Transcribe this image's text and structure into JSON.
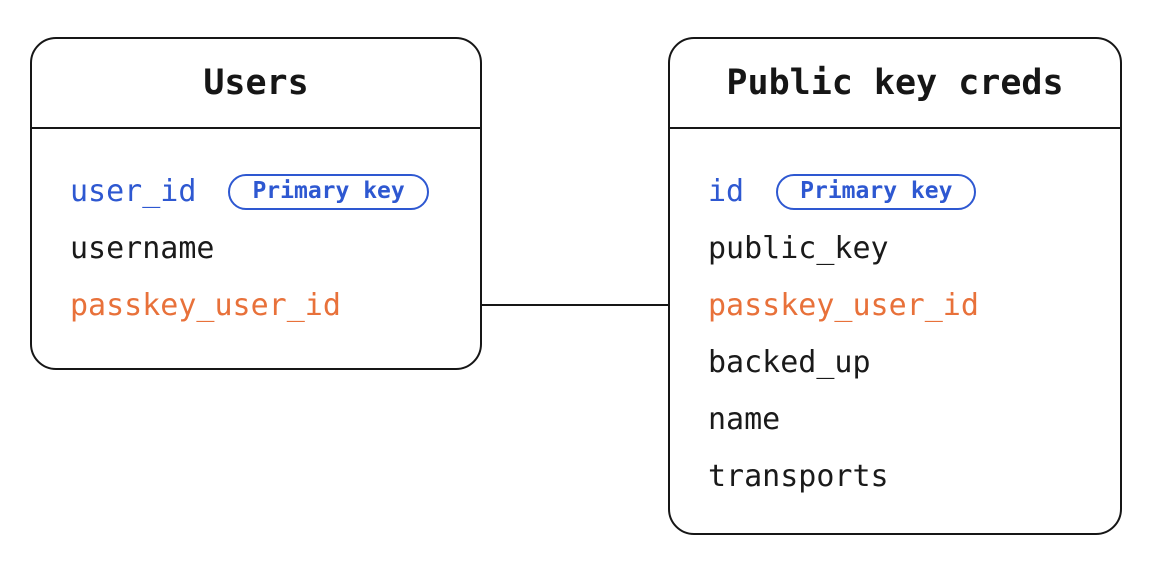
{
  "diagram": {
    "tables": [
      {
        "title": "Users",
        "fields": [
          {
            "name": "user_id",
            "badge": "Primary key"
          },
          {
            "name": "username"
          },
          {
            "name": "passkey_user_id"
          }
        ]
      },
      {
        "title": "Public key creds",
        "fields": [
          {
            "name": "id",
            "badge": "Primary key"
          },
          {
            "name": "public_key"
          },
          {
            "name": "passkey_user_id"
          },
          {
            "name": "backed_up"
          },
          {
            "name": "name"
          },
          {
            "name": "transports"
          }
        ]
      }
    ],
    "relationship": {
      "from_table": "Users",
      "from_field": "passkey_user_id",
      "to_table": "Public key creds",
      "to_field": "passkey_user_id"
    },
    "colors": {
      "primary_key_blue": "#2e58d1",
      "foreign_key_orange": "#e8713a",
      "text_black": "#1a1a1a",
      "border_black": "#161616",
      "background": "#ffffff"
    }
  }
}
